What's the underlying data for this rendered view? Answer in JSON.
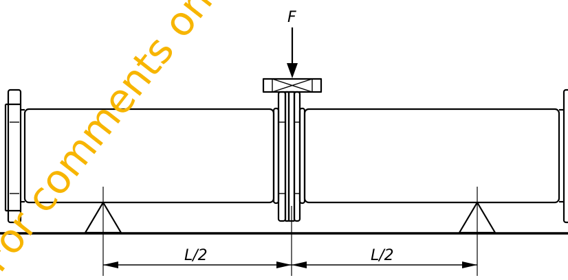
{
  "diagram": {
    "load_label": "F",
    "span_left_label": "L/2",
    "span_right_label": "L/2",
    "watermark": "For comments only –"
  },
  "colors": {
    "line": "#000000",
    "watermark": "#f7b500",
    "background": "#ffffff"
  }
}
